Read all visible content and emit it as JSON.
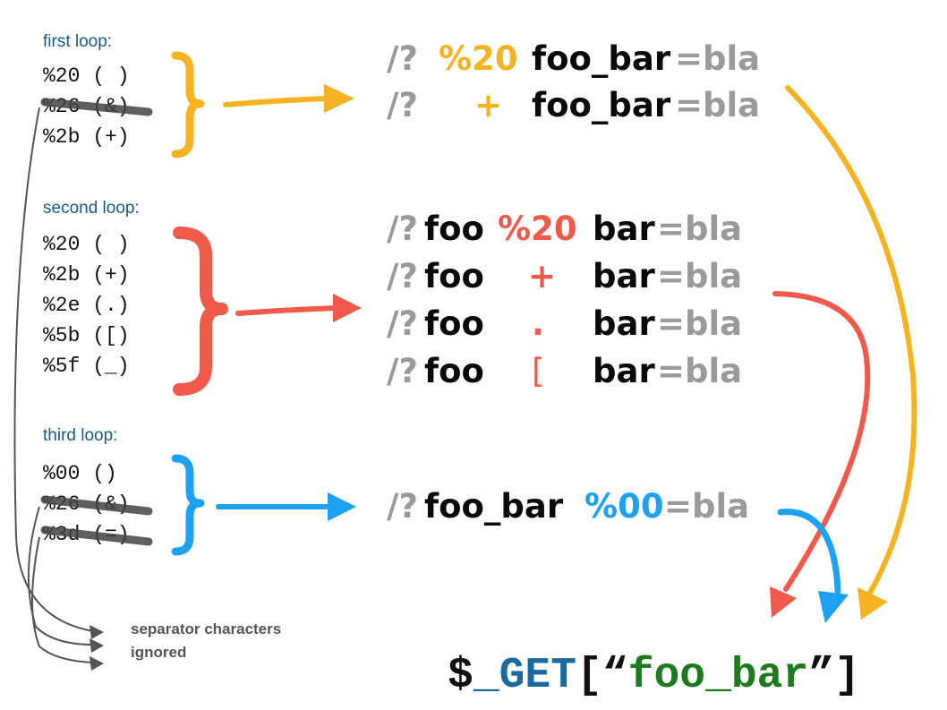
{
  "colors": {
    "first": "#f5b321",
    "second": "#f1594b",
    "third": "#1da1f2",
    "gray": "#9a9a9a",
    "title": "#1a5a86",
    "get_green": "#1e7a1e",
    "get_blue": "#1a6aa0",
    "strike": "#444444"
  },
  "loops": [
    {
      "title": "first loop:",
      "items": [
        {
          "code": "%20 ( )",
          "struck": false
        },
        {
          "code": "%26 (&)",
          "struck": true
        },
        {
          "code": "%2b (+)",
          "struck": false
        }
      ]
    },
    {
      "title": "second loop:",
      "items": [
        {
          "code": "%20 ( )",
          "struck": false
        },
        {
          "code": "%2b (+)",
          "struck": false
        },
        {
          "code": "%2e (.)",
          "struck": false
        },
        {
          "code": "%5b ([)",
          "struck": false
        },
        {
          "code": "%5f (_)",
          "struck": false
        }
      ]
    },
    {
      "title": "third loop:",
      "items": [
        {
          "code": "%00 ()",
          "struck": false
        },
        {
          "code": "%26 (&)",
          "struck": true
        },
        {
          "code": "%3d (=)",
          "struck": true
        }
      ]
    }
  ],
  "results": {
    "first": [
      {
        "prefix": "/?",
        "sep": "%20",
        "key": "foo_bar",
        "eq": "=bla"
      },
      {
        "prefix": "/?",
        "sep": "+",
        "key": "foo_bar",
        "eq": "=bla"
      }
    ],
    "second": [
      {
        "prefix": "/?",
        "head": "foo",
        "sep": "%20",
        "key": "bar",
        "eq": "=bla"
      },
      {
        "prefix": "/?",
        "head": "foo",
        "sep": "+",
        "key": "bar",
        "eq": "=bla"
      },
      {
        "prefix": "/?",
        "head": "foo",
        "sep": ".",
        "key": "bar",
        "eq": "=bla"
      },
      {
        "prefix": "/?",
        "head": "foo",
        "sep": "[",
        "key": "bar",
        "eq": "=bla"
      }
    ],
    "third": [
      {
        "prefix": "/?",
        "key": "foo_bar ",
        "sep": "%00",
        "eq": "=bla"
      }
    ]
  },
  "note": {
    "line1": "separator characters",
    "line2": "ignored"
  },
  "get": {
    "dollar": "$",
    "name": "_GET",
    "open": "[",
    "lq": "“",
    "key": "foo_bar",
    "rq": "”",
    "close": "]"
  }
}
